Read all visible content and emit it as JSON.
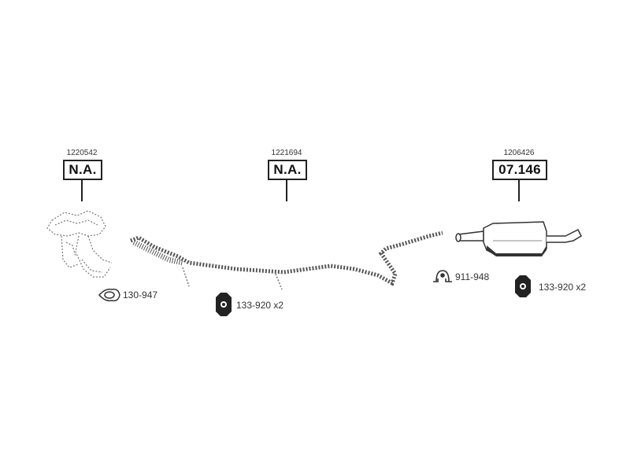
{
  "parts": [
    {
      "ref": "1220542",
      "code": "N.A."
    },
    {
      "ref": "1221694",
      "code": "N.A."
    },
    {
      "ref": "1206426",
      "code": "07.146"
    }
  ],
  "accessories": [
    {
      "label": "130-947"
    },
    {
      "label": "133-920 x2"
    },
    {
      "label": "911-948"
    },
    {
      "label": "133-920 x2"
    }
  ]
}
